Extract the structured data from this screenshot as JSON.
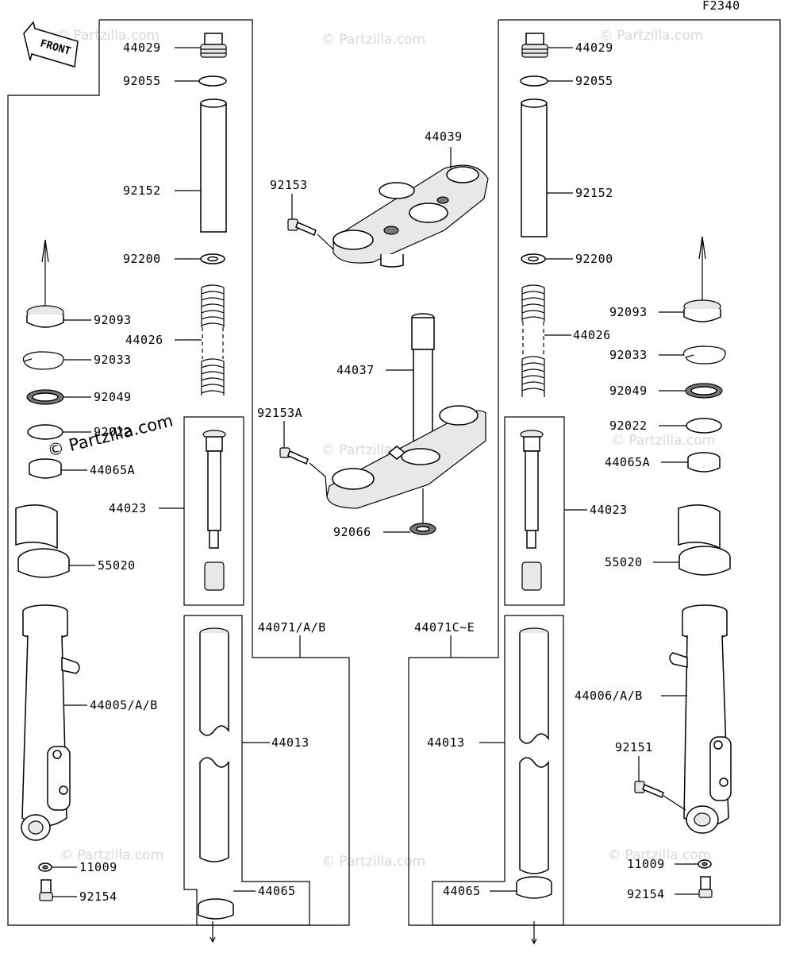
{
  "diagram_code": "F2340",
  "front_label": "FRONT",
  "watermark": "© Partzilla.com",
  "labels": {
    "l_44029": "44029",
    "l_92055": "92055",
    "l_92152": "92152",
    "l_92200": "92200",
    "l_92093": "92093",
    "l_44026": "44026",
    "l_92033": "92033",
    "l_92049": "92049",
    "l_92022": "92022",
    "l_44065A": "44065A",
    "l_44023": "44023",
    "l_55020": "55020",
    "l_44005": "44005/A/B",
    "l_44013": "44013",
    "l_11009": "11009",
    "l_92154": "92154",
    "l_44065": "44065",
    "l_44071": "44071/A/B",
    "l_44039": "44039",
    "l_92153": "92153",
    "l_44037": "44037",
    "l_92153A": "92153A",
    "l_92066": "92066",
    "r_44029": "44029",
    "r_92055": "92055",
    "r_92152": "92152",
    "r_92200": "92200",
    "r_92093": "92093",
    "r_44026": "44026",
    "r_92033": "92033",
    "r_92049": "92049",
    "r_92022": "92022",
    "r_44065A": "44065A",
    "r_44023": "44023",
    "r_55020": "55020",
    "r_44071": "44071C~E",
    "r_44006": "44006/A/B",
    "r_92151": "92151",
    "r_44013": "44013",
    "r_11009": "11009",
    "r_44065": "44065",
    "r_92154": "92154"
  }
}
